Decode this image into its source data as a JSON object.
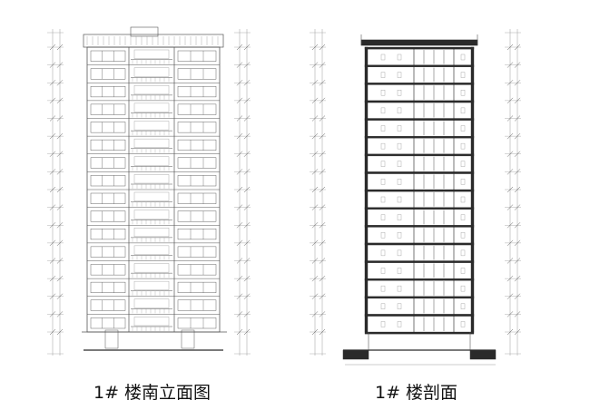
{
  "captions": {
    "left": "1# 楼南立面图",
    "right": "1# 楼剖面"
  },
  "colors": {
    "line": "#555555",
    "light": "#9a9a9a",
    "ground": "#2a2a2a",
    "background": "#ffffff"
  },
  "drawing": {
    "floors": 16
  }
}
